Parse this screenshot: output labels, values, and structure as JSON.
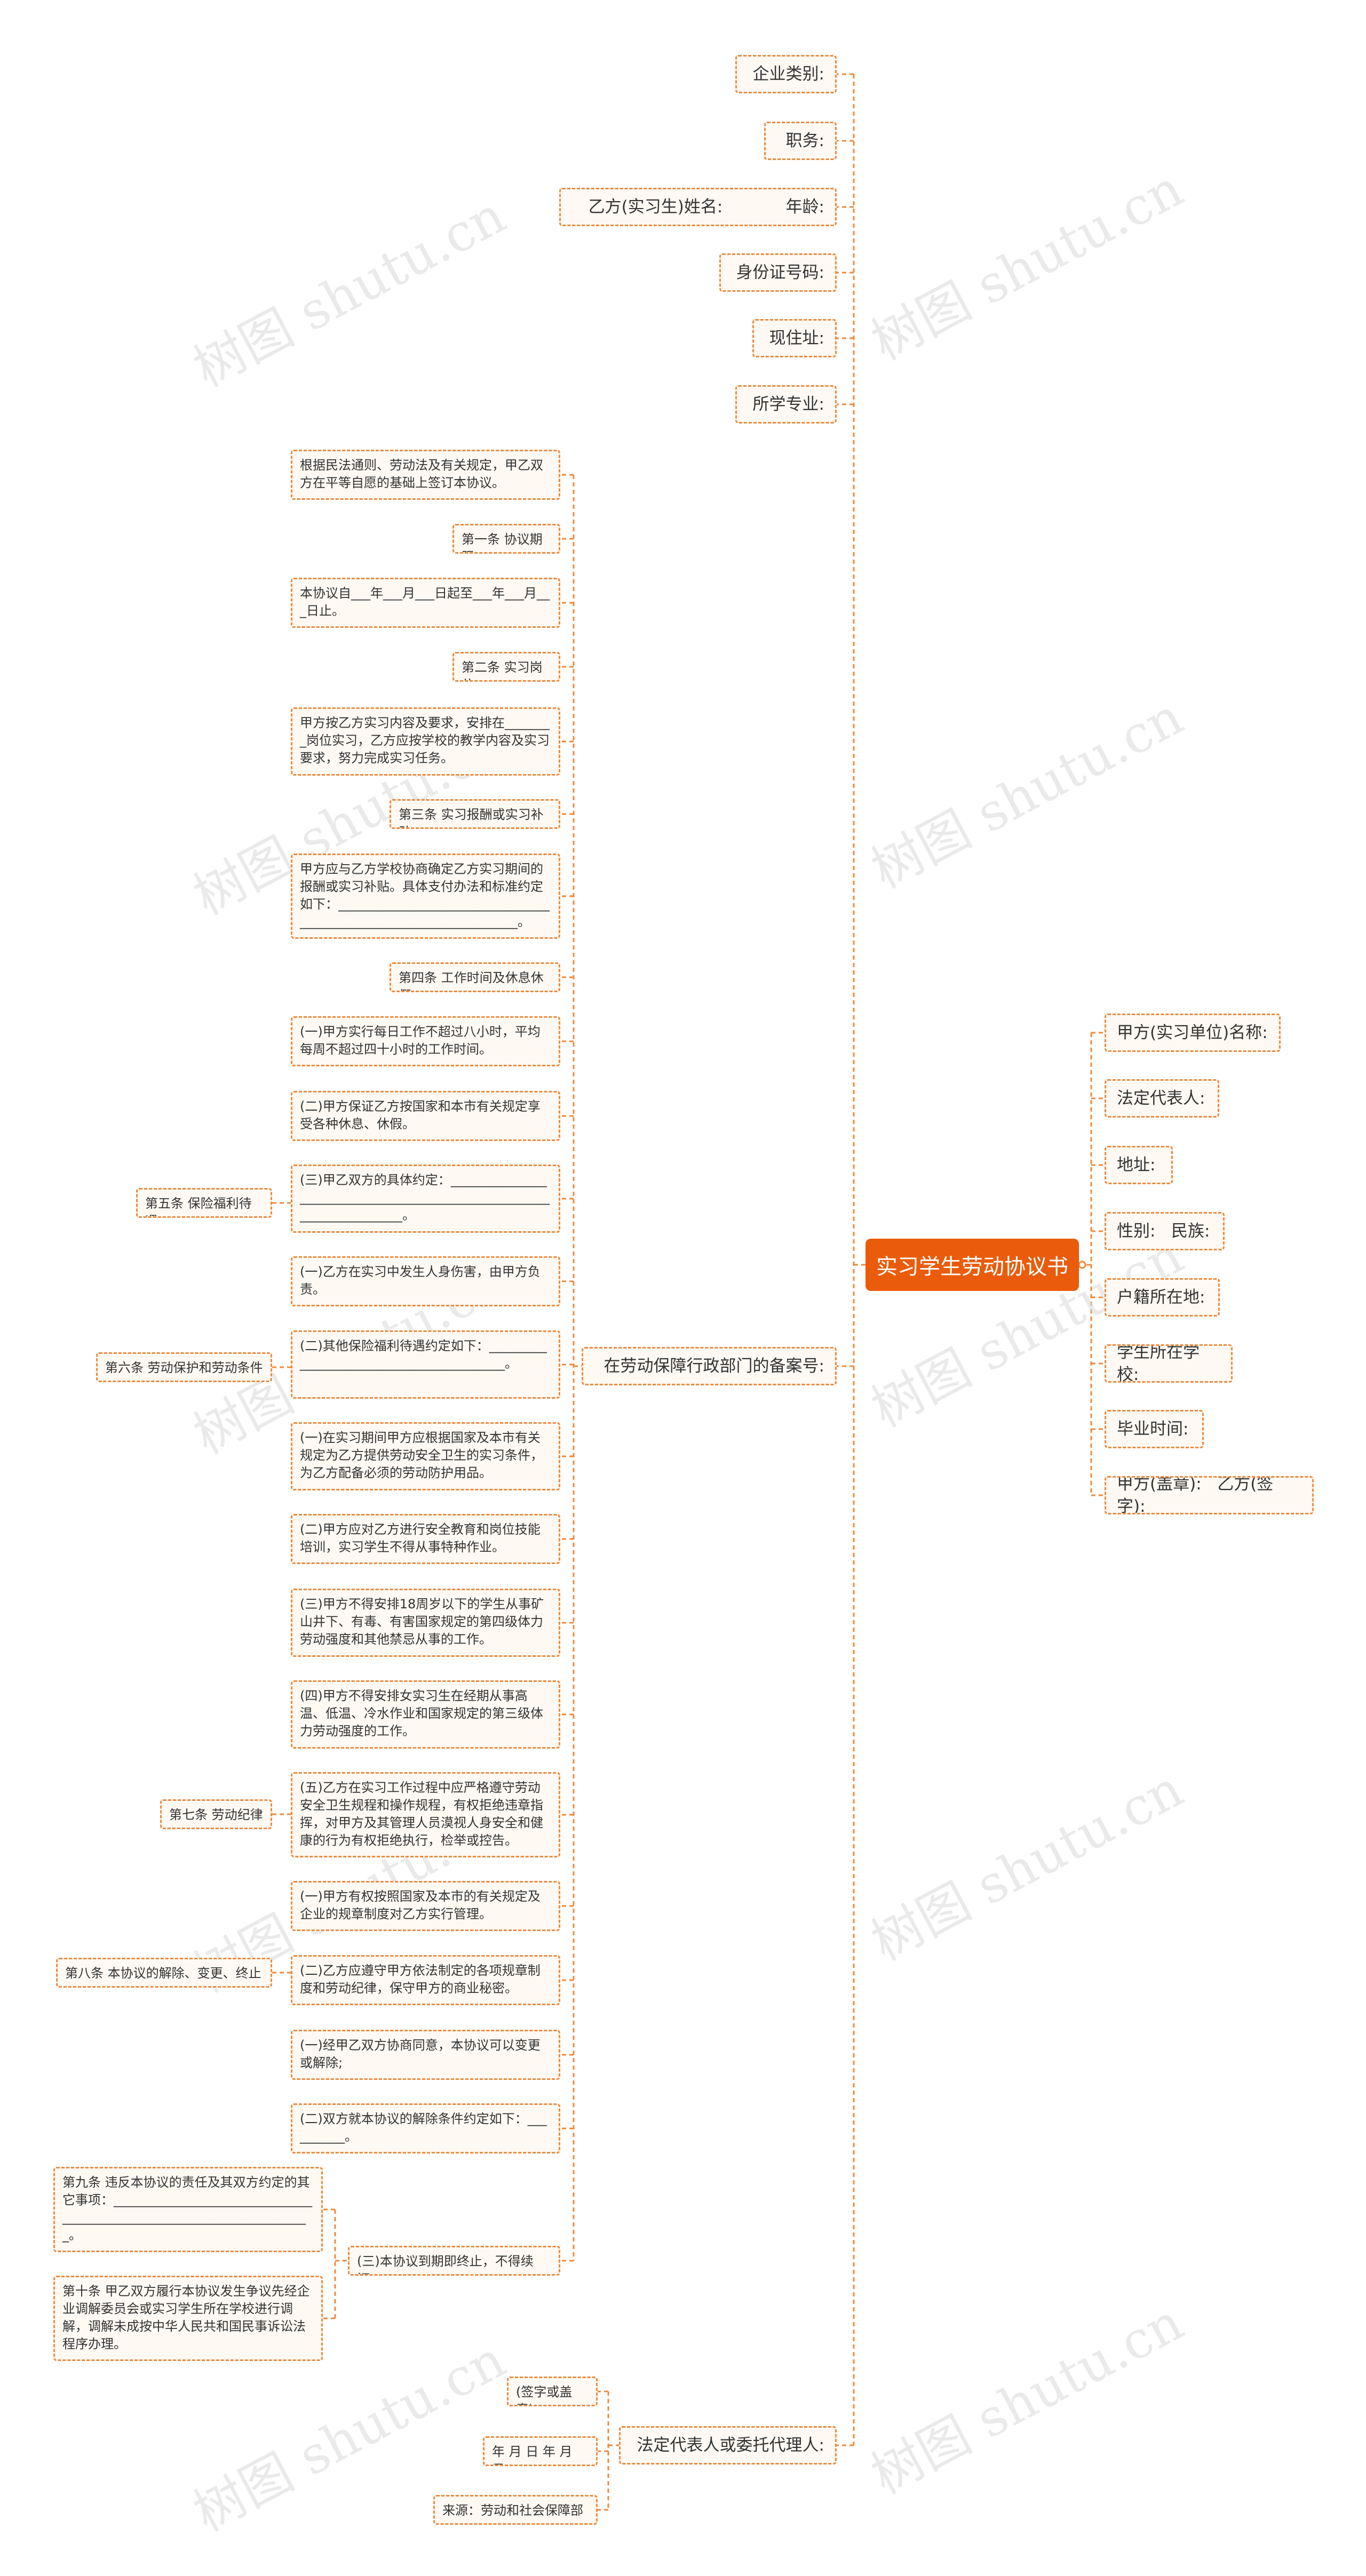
{
  "root": {
    "title": "实习学生劳动协议书"
  },
  "left_top": [
    "企业类别:",
    "职务:",
    "乙方(实习生)姓名:            年龄:",
    "身份证号码:",
    "现住址:",
    "所学专业:"
  ],
  "right_nodes": [
    "甲方(实习单位)名称:",
    "法定代表人:",
    "地址:",
    "性别:   民族:",
    "户籍所在地:",
    "学生所在学校:",
    "毕业时间:",
    "甲方(盖章):   乙方(签字):"
  ],
  "record_no": {
    "label": "在劳动保障行政部门的备案号:"
  },
  "clauses": [
    "根据民法通则、劳动法及有关规定，甲乙双方在平等自愿的基础上签订本协议。",
    "第一条 协议期限",
    "本协议自___年___月___日起至___年___月___日止。",
    "第二条 实习岗位",
    "甲方按乙方实习内容及要求，安排在________岗位实习，乙方应按学校的教学内容及实习要求，努力完成实习任务。",
    "第三条 实习报酬或实习补助",
    "甲方应与乙方学校协商确定乙方实习期间的报酬或实习补贴。具体支付办法和标准约定如下：___________________________________________________________________。",
    "第四条 工作时间及休息休假",
    "(一)甲方实行每日工作不超过八小时，平均每周不超过四十小时的工作时间。",
    "(二)甲方保证乙方按国家和本市有关规定享受各种休息、休假。",
    "(三)甲乙双方的具体约定：______________________________________________________________________。",
    "(一)乙方在实习中发生人身伤害，由甲方负责。",
    "(二)其他保险福利待遇约定如下：_________________________________________。",
    "(一)在实习期间甲方应根据国家及本市有关规定为乙方提供劳动安全卫生的实习条件，为乙方配备必须的劳动防护用品。",
    "(二)甲方应对乙方进行安全教育和岗位技能培训，实习学生不得从事特种作业。",
    "(三)甲方不得安排18周岁以下的学生从事矿山井下、有毒、有害国家规定的第四级体力劳动强度和其他禁忌从事的工作。",
    "(四)甲方不得安排女实习生在经期从事高温、低温、冷水作业和国家规定的第三级体力劳动强度的工作。",
    "(五)乙方在实习工作过程中应严格遵守劳动安全卫生规程和操作规程，有权拒绝违章指挥，对甲方及其管理人员漠视人身安全和健康的行为有权拒绝执行，检举或控告。",
    "(一)甲方有权按照国家及本市的有关规定及企业的规章制度对乙方实行管理。",
    "(二)乙方应遵守甲方依法制定的各项规章制度和劳动纪律，保守甲方的商业秘密。",
    "(一)经甲乙双方协商同意，本协议可以变更或解除;",
    "(二)双方就本协议的解除条件约定如下：__________。",
    "(三)本协议到期即终止，不得续订。"
  ],
  "side_labels": [
    "第五条 保险福利待遇",
    "第六条 劳动保护和劳动条件",
    "第七条 劳动纪律",
    "第八条 本协议的解除、变更、终止"
  ],
  "far_left": [
    "第九条 违反本协议的责任及其双方约定的其它事项：______________________________________________________________________。",
    "第十条 甲乙双方履行本协议发生争议先经企业调解委员会或实习学生所在学校进行调解，调解未成按中华人民共和国民事诉讼法程序办理。"
  ],
  "legal_rep": {
    "label": "法定代表人或委托代理人:",
    "children": [
      "(签字或盖章)",
      "年 月 日 年 月 日",
      "来源：劳动和社会保障部"
    ]
  },
  "watermark": "树图 shutu.cn",
  "colors": {
    "accent": "#ea5c0b",
    "line": "#ee8a3c",
    "node_bg": "#fef9f3",
    "text": "#333333"
  }
}
